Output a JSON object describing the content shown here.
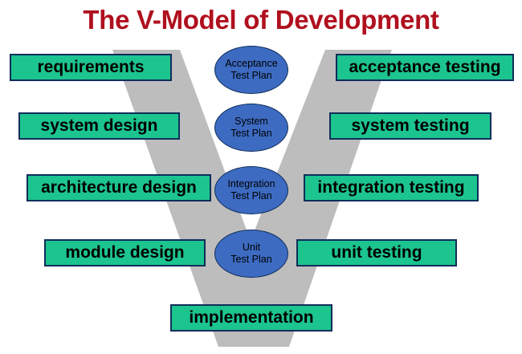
{
  "title": "The V-Model of Development",
  "left": [
    "requirements",
    "system design",
    "architecture design",
    "module design"
  ],
  "right": [
    "acceptance testing",
    "system testing",
    "integration testing",
    "unit testing"
  ],
  "bottom": "implementation",
  "plans": [
    {
      "line1": "Acceptance",
      "line2": "Test Plan"
    },
    {
      "line1": "System",
      "line2": "Test Plan"
    },
    {
      "line1": "Integration",
      "line2": "Test Plan"
    },
    {
      "line1": "Unit",
      "line2": "Test Plan"
    }
  ],
  "colors": {
    "title": "#b0101e",
    "box": "#1cc48e",
    "border": "#0f2e5a",
    "ellipse": "#3d6bc2",
    "v": "#bdbdbd"
  }
}
